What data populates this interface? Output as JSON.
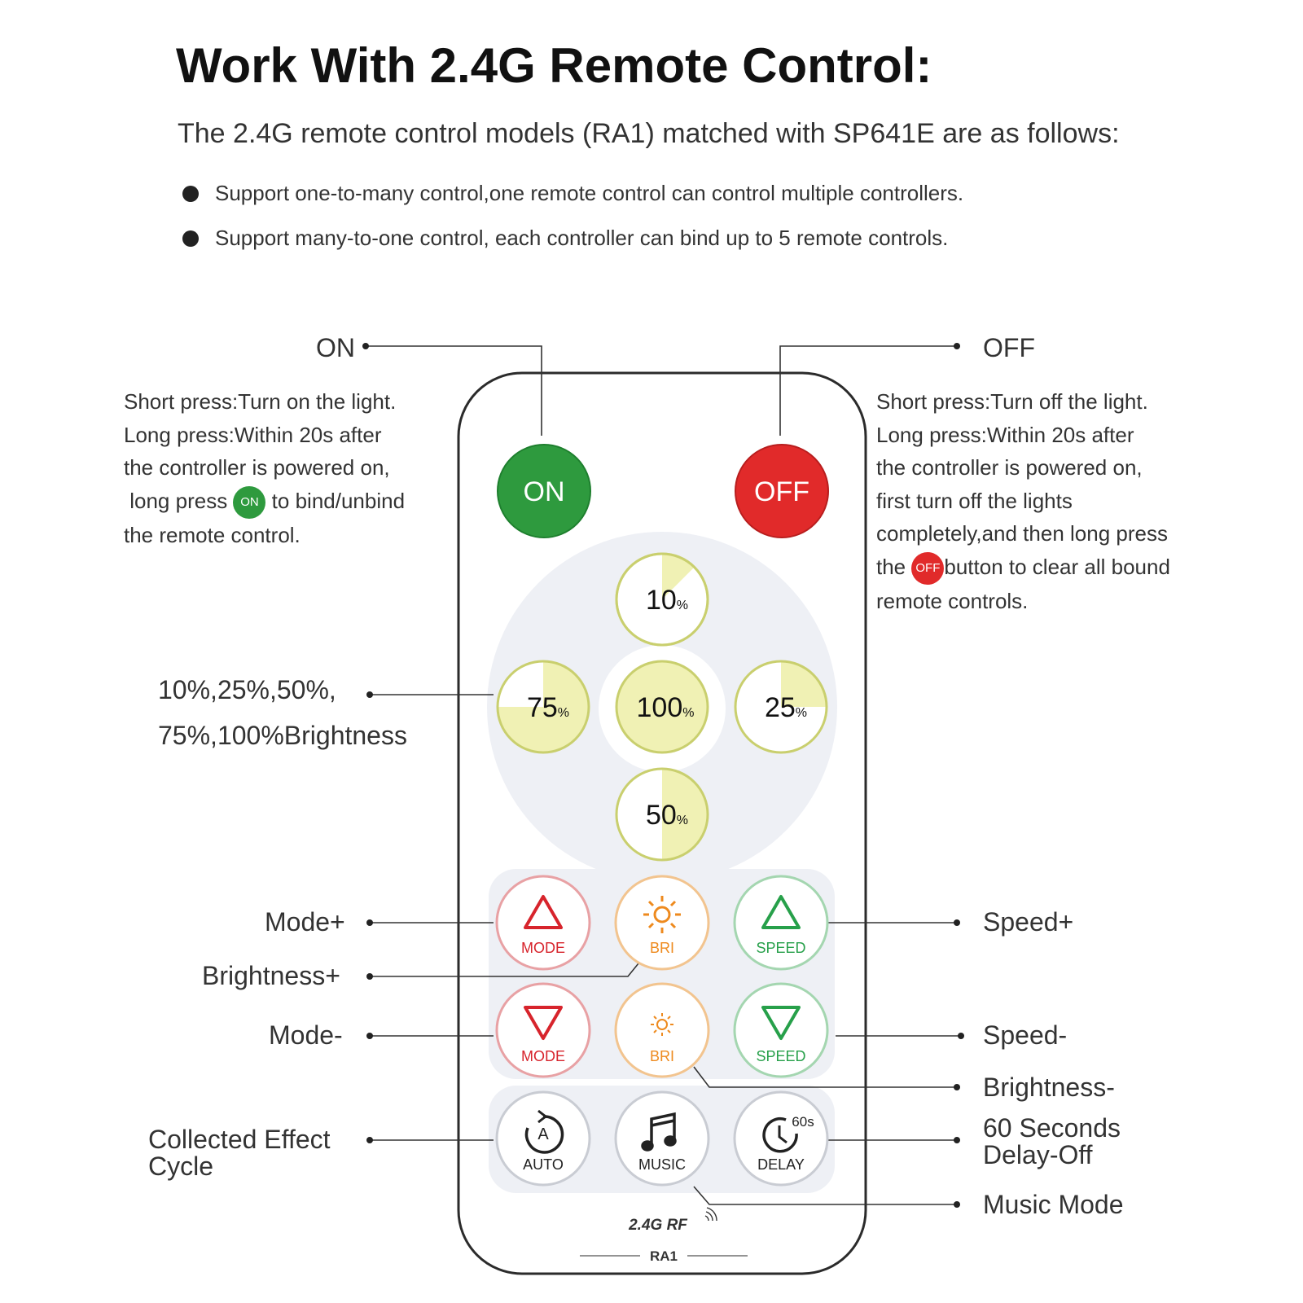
{
  "title": "Work With 2.4G  Remote Control:",
  "subtitle": "The 2.4G remote control models (RA1) matched with SP641E are as follows:",
  "bullets": [
    "Support one-to-many control,one remote control can control multiple controllers.",
    "Support many-to-one control, each controller can bind up to 5 remote controls."
  ],
  "on_callout": {
    "label": "ON",
    "lines": [
      "Short press:Turn on the light.",
      "Long press:Within 20s after",
      "the controller is powered on,"
    ],
    "line4_pre": "long press",
    "line4_chip": "ON",
    "line4_post": "to bind/unbind",
    "line5": "the remote control."
  },
  "off_callout": {
    "label": "OFF",
    "lines": [
      "Short press:Turn off the light.",
      "Long press:Within 20s after",
      "the controller is powered on,",
      "first turn off the lights",
      "completely,and then long press"
    ],
    "line6_pre": "the",
    "line6_chip": "OFF",
    "line6_post": "button to clear all bound",
    "line7": "remote controls."
  },
  "labels": {
    "brightness_line1": "10%,25%,50%,",
    "brightness_line2": "75%,100%Brightness",
    "mode_plus": "Mode+",
    "brightness_plus": "Brightness+",
    "mode_minus": "Mode-",
    "collected_line1": "Collected Effect",
    "collected_line2": "Cycle",
    "speed_plus": "Speed+",
    "speed_minus": "Speed-",
    "brightness_minus": "Brightness-",
    "delay_line1": "60 Seconds",
    "delay_line2": "Delay-Off",
    "music_mode": "Music Mode"
  },
  "remote": {
    "on_button": "ON",
    "off_button": "OFF",
    "pct_10": "10",
    "pct_25": "25",
    "pct_50": "50",
    "pct_75": "75",
    "pct_100": "100",
    "pct_sign": "%",
    "mode": "MODE",
    "bri": "BRI",
    "speed": "SPEED",
    "auto": "AUTO",
    "auto_glyph": "A",
    "music": "MUSIC",
    "delay": "DELAY",
    "delay_glyph": "60s",
    "rf_brand": "2.4G  RF",
    "model": "RA1"
  },
  "colors": {
    "on_green": "#2e9a3e",
    "off_red": "#e12a2a",
    "mode_red": "#d7242c",
    "bri_orange": "#ee8a1e",
    "speed_green": "#27a04a",
    "fill_yellow": "#f0f1b4",
    "pad_gray": "#eef0f5"
  }
}
